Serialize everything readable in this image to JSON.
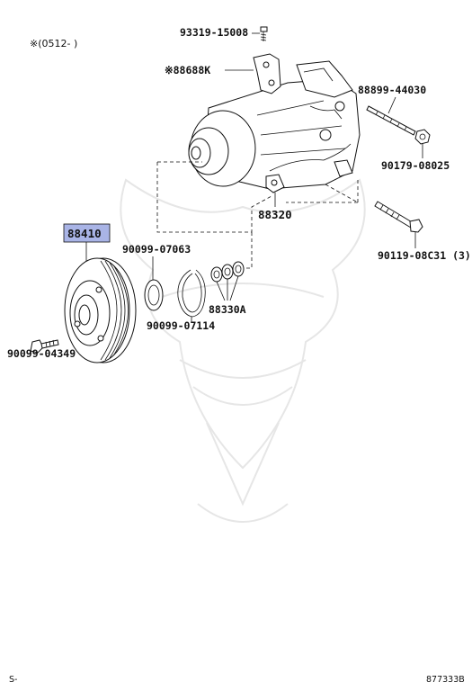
{
  "header": {
    "note": "※(0512-     )"
  },
  "parts": {
    "p93319": "93319-15008",
    "p88688": "※88688K",
    "p88899": "88899-44030",
    "p90179": "90179-08025",
    "p88320": "88320",
    "p90119": "90119-08C31 (3)",
    "p88410": "88410",
    "p90099_07063": "90099-07063",
    "p90099_07114": "90099-07114",
    "p88330A": "88330A",
    "p90099_04349": "90099-04349"
  },
  "highlight_part": "88410",
  "footer": {
    "left": "S-",
    "right": "877333B"
  }
}
